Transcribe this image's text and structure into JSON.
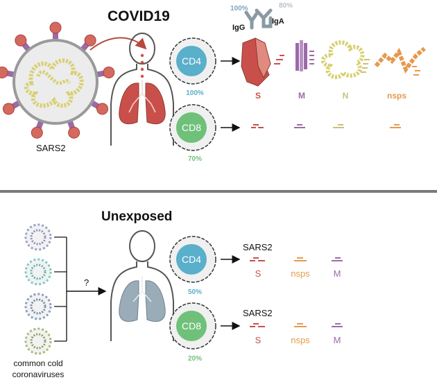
{
  "top": {
    "title": "COVID19",
    "virus_label": "SARS2",
    "antibody_igg": "IgG",
    "antibody_iga": "IgA",
    "igg_percent": "100%",
    "iga_percent": "80%",
    "cd4_label": "CD4",
    "cd4_percent": "100%",
    "cd8_label": "CD8",
    "cd8_percent": "70%",
    "proteins": {
      "s": "S",
      "m": "M",
      "n": "N",
      "nsps": "nsps"
    }
  },
  "bottom": {
    "title": "Unexposed",
    "question": "?",
    "viruses_caption_line1": "common cold",
    "viruses_caption_line2": "coronaviruses",
    "cd4_label": "CD4",
    "cd4_percent": "50%",
    "cd4_target": "SARS2",
    "cd8_label": "CD8",
    "cd8_percent": "20%",
    "cd8_target": "SARS2",
    "proteins_cd4": {
      "s": "S",
      "nsps": "nsps",
      "m": "M"
    },
    "proteins_cd8": {
      "s": "S",
      "nsps": "nsps",
      "m": "M"
    }
  },
  "colors": {
    "cd4": "#5aafca",
    "cd8": "#6fc17a",
    "spike": "#c9504a",
    "membrane": "#9b6aa8",
    "nucleocapsid": "#c8c07a",
    "nsps": "#e59a4f",
    "antibody": "#8a9aa3",
    "lung_covid": "#c9504a",
    "lung_unexposed": "#9aacb8",
    "divider": "#7a7a7a"
  }
}
